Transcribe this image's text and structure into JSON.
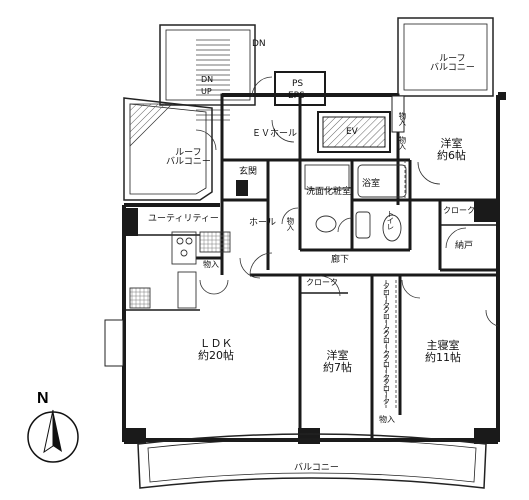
{
  "labels": {
    "dn_top": "DN",
    "roof_balcony_ne_1": "ルーフ",
    "roof_balcony_ne_2": "バルコニー",
    "dn_stair": "DN",
    "up_stair": "UP",
    "ps": "PS",
    "eps": "EPS",
    "ev_hall": "ＥＶホール",
    "ev": "EV",
    "roof_balcony_w_1": "ルーフ",
    "roof_balcony_w_2": "バルコニー",
    "storage_ne_1": "物入",
    "storage_ne_2": "物入",
    "western_room_ne_1": "洋室",
    "western_room_ne_2": "約6帖",
    "entrance": "玄関",
    "washroom": "洗面化粧室",
    "bathroom": "浴室",
    "utility": "ユーティリティー",
    "hall": "ホール",
    "storage_hall": "物入",
    "toilet": "トイレ",
    "closet_ne": "クローク",
    "nando": "納戸",
    "storage_kitchen": "物入",
    "corridor": "廊下",
    "closet_mid": "クローク",
    "closet_v1": "クローク",
    "closet_v2": "クローク",
    "closet_v3": "クローク",
    "closet_v4": "クローク",
    "closet_v5": "クローク",
    "ldk_1": "ＬＤＫ",
    "ldk_2": "約20帖",
    "western_room_mid_1": "洋室",
    "western_room_mid_2": "約7帖",
    "master_bedroom_1": "主寝室",
    "master_bedroom_2": "約11帖",
    "storage_small": "物入",
    "balcony": "バルコニー",
    "north": "N"
  },
  "colors": {
    "wall": "#1a1a1a",
    "line": "#222222",
    "hatch": "#555555"
  }
}
